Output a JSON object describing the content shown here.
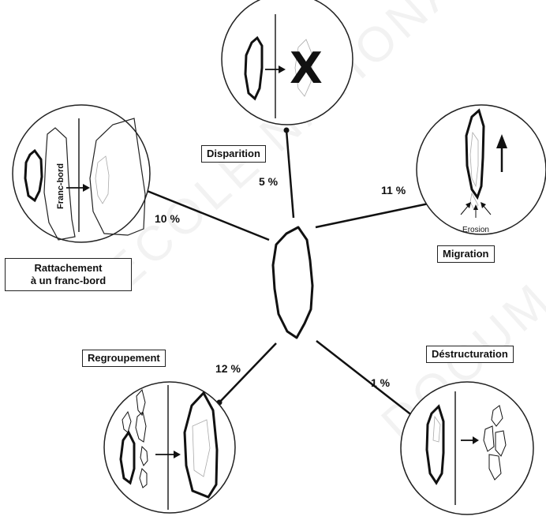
{
  "center": {
    "icon": "gravel-bar-shape"
  },
  "processes": [
    {
      "id": "disparition",
      "label": "Disparition",
      "percent": "5 %"
    },
    {
      "id": "migration",
      "label": "Migration",
      "percent": "11 %",
      "annotation": "Erosion"
    },
    {
      "id": "rattachement",
      "label_line1": "Rattachement",
      "label_line2": "à un franc-bord",
      "percent": "10 %",
      "annotation": "Franc-bord"
    },
    {
      "id": "regroupement",
      "label": "Regroupement",
      "percent": "12 %"
    },
    {
      "id": "destructuration",
      "label": "Déstructuration",
      "percent": "1 %"
    }
  ],
  "watermark": {
    "line1": "ECOLE NATIONALE",
    "line2": "DOCUM"
  },
  "colors": {
    "stroke": "#111111",
    "faint": "#9a9a9a",
    "background": "#ffffff"
  }
}
